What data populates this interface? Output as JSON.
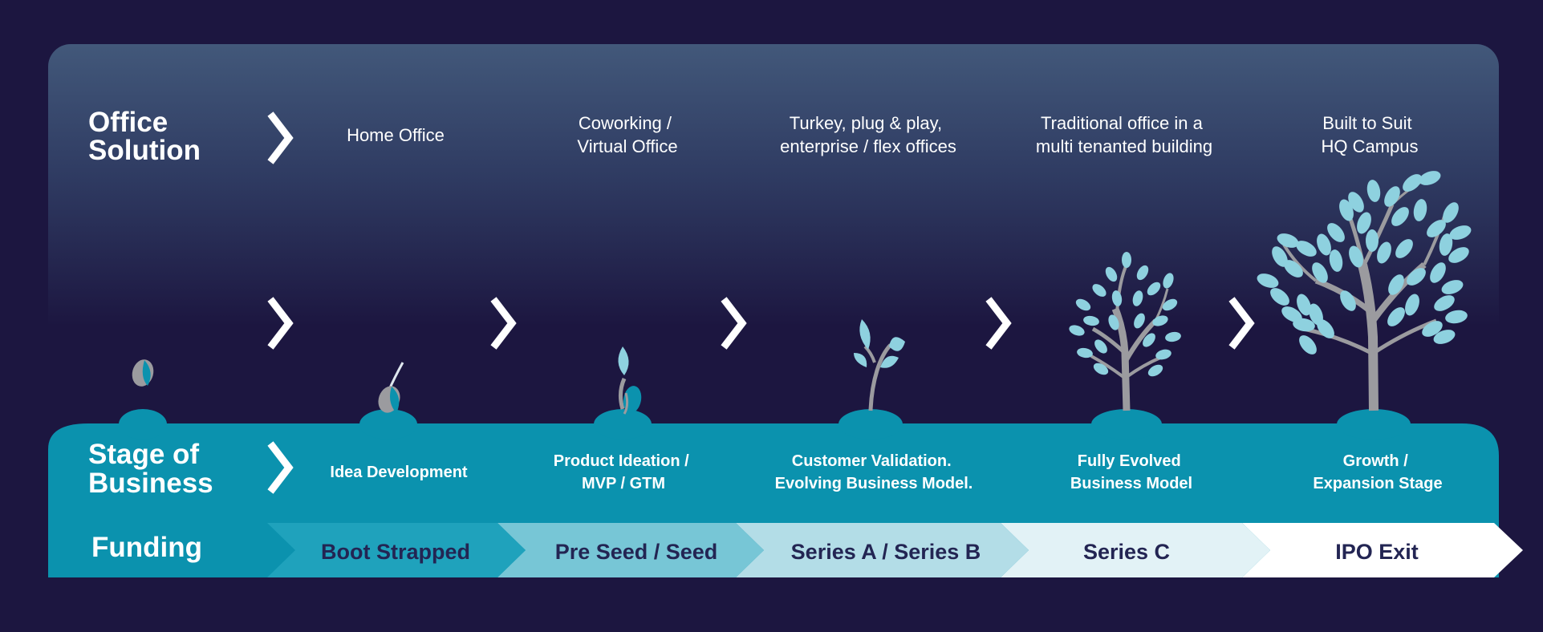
{
  "colors": {
    "background": "#1c1640",
    "panel_top": "#3f5573",
    "teal": "#0b92ae",
    "leaf": "#8ed1df",
    "branch": "#9b9b9f",
    "funding_text": "#232553",
    "funding_segments": [
      "#1fa2bc",
      "#77c6d6",
      "#b3dde7",
      "#e2f2f6",
      "#ffffff"
    ]
  },
  "rows": {
    "office_solution": {
      "title": [
        "Office",
        "Solution"
      ],
      "items": [
        [
          "Home Office"
        ],
        [
          "Coworking /",
          "Virtual Office"
        ],
        [
          "Turkey, plug & play,",
          "enterprise /  flex offices"
        ],
        [
          "Traditional office in a",
          "multi tenanted building"
        ],
        [
          "Built to Suit",
          "HQ Campus"
        ]
      ]
    },
    "stage_of_business": {
      "title": [
        "Stage of",
        "Business"
      ],
      "items": [
        [
          "Idea Development"
        ],
        [
          "Product Ideation /",
          "MVP / GTM"
        ],
        [
          "Customer Validation.",
          "Evolving Business Model."
        ],
        [
          "Fully Evolved",
          "Business Model"
        ],
        [
          "Growth /",
          "Expansion Stage"
        ]
      ]
    },
    "funding": {
      "title": "Funding",
      "items": [
        "Boot Strapped",
        "Pre Seed / Seed",
        "Series A / Series B",
        "Series C",
        "IPO Exit"
      ]
    }
  },
  "icons": [
    "chevron-right-icon",
    "seed-icon",
    "sprout-icon",
    "seedling-icon",
    "young-plant-icon",
    "small-tree-icon",
    "large-tree-icon"
  ]
}
